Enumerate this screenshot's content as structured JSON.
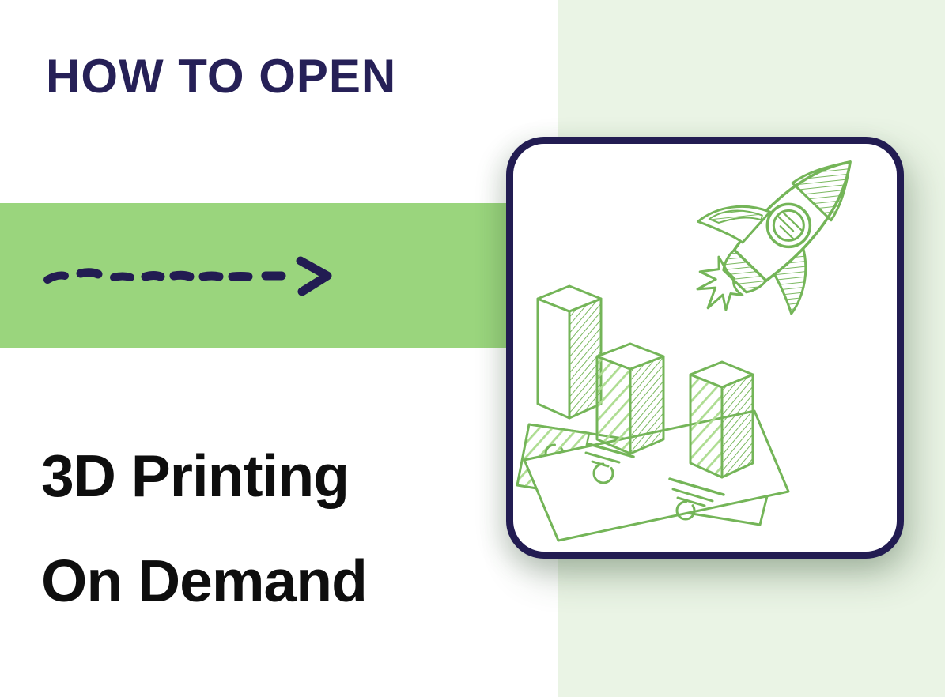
{
  "title": "HOW TO OPEN",
  "subtitle": {
    "line1": "3D Printing",
    "line2": "On Demand"
  },
  "colors": {
    "navy": "#221c52",
    "headline_navy": "#262057",
    "band_green": "#9ad57d",
    "panel_green": "#eaf4e5",
    "sketch_green": "#74b558",
    "sketch_light_green": "#aedd92",
    "text_black": "#0e0e0e",
    "card_bg": "#ffffff"
  },
  "icons": {
    "dashed_arrow": "hand-drawn dashed arrow pointing right",
    "illustration": "green doodle of a rocket launching above a 3D bar chart standing on banknotes"
  }
}
